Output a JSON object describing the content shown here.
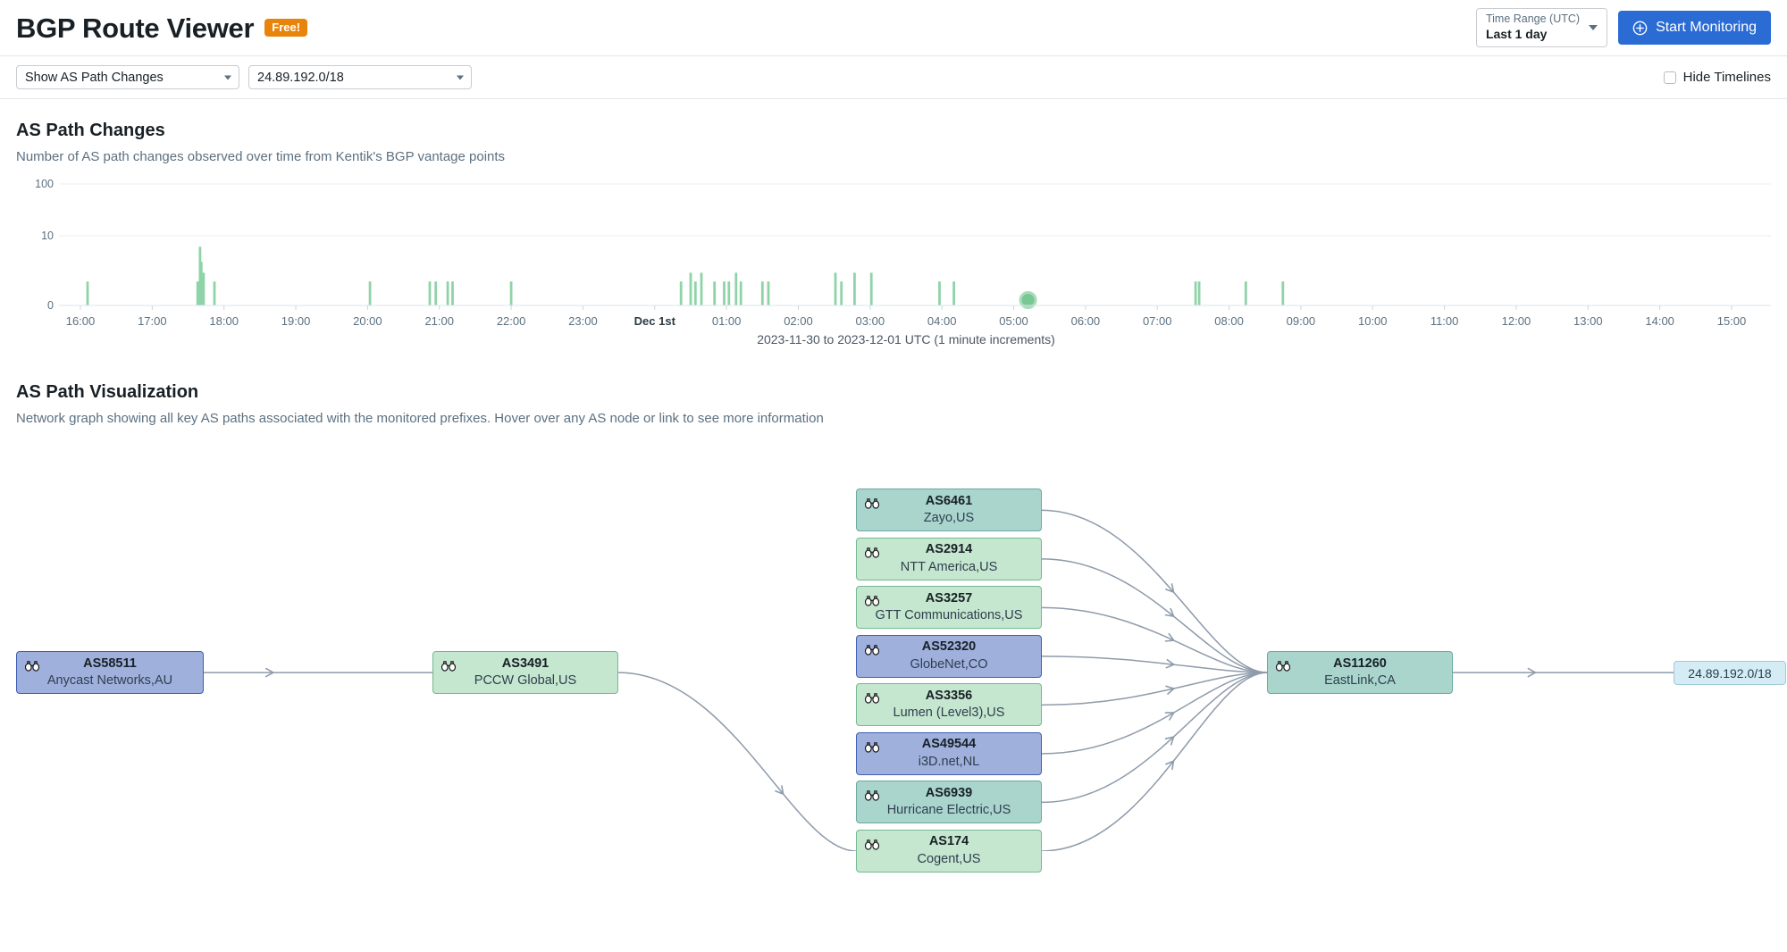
{
  "header": {
    "app_title": "BGP Route Viewer",
    "badge": "Free!",
    "time_range_label": "Time Range (UTC)",
    "time_range_value": "Last 1 day",
    "start_monitoring": "Start Monitoring",
    "accent_color": "#2b6cd4",
    "badge_color": "#e8830c"
  },
  "filters": {
    "view_select": "Show AS Path Changes",
    "prefix_select": "24.89.192.0/18",
    "hide_timelines_label": "Hide Timelines",
    "hide_timelines_checked": false
  },
  "sections": {
    "changes": {
      "title": "AS Path Changes",
      "subtitle": "Number of AS path changes observed over time from Kentik's BGP vantage points"
    },
    "viz": {
      "title": "AS Path Visualization",
      "subtitle": "Network graph showing all key AS paths associated with the monitored prefixes. Hover over any AS node or link to see more information"
    }
  },
  "chart_data": {
    "type": "bar",
    "title": "AS Path Changes",
    "subtitle": "Number of AS path changes observed over time from Kentik's BGP vantage points",
    "xlabel": "2023-11-30 to 2023-12-01 UTC (1 minute increments)",
    "ylabel": "",
    "yscale": "log",
    "ytick_labels": [
      "100",
      "10",
      "0"
    ],
    "ylim": [
      0,
      100
    ],
    "grid": true,
    "bar_color": "#8fd3a8",
    "marker": {
      "x_time": "05:12",
      "color": "#79c894",
      "shape": "circle"
    },
    "xtick_labels": [
      "16:00",
      "17:00",
      "18:00",
      "19:00",
      "20:00",
      "21:00",
      "22:00",
      "23:00",
      "Dec 1st",
      "01:00",
      "02:00",
      "03:00",
      "04:00",
      "05:00",
      "06:00",
      "07:00",
      "08:00",
      "09:00",
      "10:00",
      "11:00",
      "12:00",
      "13:00",
      "14:00",
      "15:00"
    ],
    "bars": [
      {
        "t": "16:06",
        "v": 1
      },
      {
        "t": "17:38",
        "v": 1
      },
      {
        "t": "17:40",
        "v": 9
      },
      {
        "t": "17:41",
        "v": 4
      },
      {
        "t": "17:43",
        "v": 2
      },
      {
        "t": "17:52",
        "v": 1
      },
      {
        "t": "20:02",
        "v": 1
      },
      {
        "t": "20:52",
        "v": 1
      },
      {
        "t": "20:57",
        "v": 1
      },
      {
        "t": "21:07",
        "v": 1
      },
      {
        "t": "21:11",
        "v": 1
      },
      {
        "t": "22:00",
        "v": 1
      },
      {
        "t": "00:22",
        "v": 1
      },
      {
        "t": "00:30",
        "v": 2
      },
      {
        "t": "00:34",
        "v": 1
      },
      {
        "t": "00:39",
        "v": 2
      },
      {
        "t": "00:50",
        "v": 1
      },
      {
        "t": "00:58",
        "v": 1
      },
      {
        "t": "01:02",
        "v": 1
      },
      {
        "t": "01:08",
        "v": 2
      },
      {
        "t": "01:12",
        "v": 1
      },
      {
        "t": "01:30",
        "v": 1
      },
      {
        "t": "01:35",
        "v": 1
      },
      {
        "t": "02:31",
        "v": 2
      },
      {
        "t": "02:36",
        "v": 1
      },
      {
        "t": "02:47",
        "v": 2
      },
      {
        "t": "03:01",
        "v": 2
      },
      {
        "t": "03:58",
        "v": 1
      },
      {
        "t": "04:10",
        "v": 1
      },
      {
        "t": "07:32",
        "v": 1
      },
      {
        "t": "07:35",
        "v": 1
      },
      {
        "t": "08:14",
        "v": 1
      },
      {
        "t": "08:45",
        "v": 1
      }
    ]
  },
  "graph": {
    "nodes": [
      {
        "id": "as58511",
        "asn": "AS58511",
        "org": "Anycast Networks,AU",
        "style": "purple"
      },
      {
        "id": "as3491",
        "asn": "AS3491",
        "org": "PCCW Global,US",
        "style": "green-light"
      },
      {
        "id": "as6461",
        "asn": "AS6461",
        "org": "Zayo,US",
        "style": "teal"
      },
      {
        "id": "as2914",
        "asn": "AS2914",
        "org": "NTT America,US",
        "style": "green-light"
      },
      {
        "id": "as3257",
        "asn": "AS3257",
        "org": "GTT Communications,US",
        "style": "green-light"
      },
      {
        "id": "as52320",
        "asn": "AS52320",
        "org": "GlobeNet,CO",
        "style": "purple"
      },
      {
        "id": "as3356",
        "asn": "AS3356",
        "org": "Lumen (Level3),US",
        "style": "green-light"
      },
      {
        "id": "as49544",
        "asn": "AS49544",
        "org": "i3D.net,NL",
        "style": "purple"
      },
      {
        "id": "as6939",
        "asn": "AS6939",
        "org": "Hurricane Electric,US",
        "style": "teal"
      },
      {
        "id": "as174",
        "asn": "AS174",
        "org": "Cogent,US",
        "style": "green-light"
      },
      {
        "id": "as11260",
        "asn": "AS11260",
        "org": "EastLink,CA",
        "style": "teal"
      }
    ],
    "prefix_node": "24.89.192.0/18",
    "icon_name": "binoculars-icon",
    "colors": {
      "green_light_fill": "#c5e6cf",
      "green_light_stroke": "#74b98e",
      "teal_fill": "#a9d5cd",
      "teal_stroke": "#6aa9a0",
      "purple_fill": "#9fb0dd",
      "purple_stroke": "#3f5fb0",
      "prefix_fill": "#d5ecf5",
      "prefix_stroke": "#9fc9dc",
      "edge": "#8e9bab"
    }
  }
}
